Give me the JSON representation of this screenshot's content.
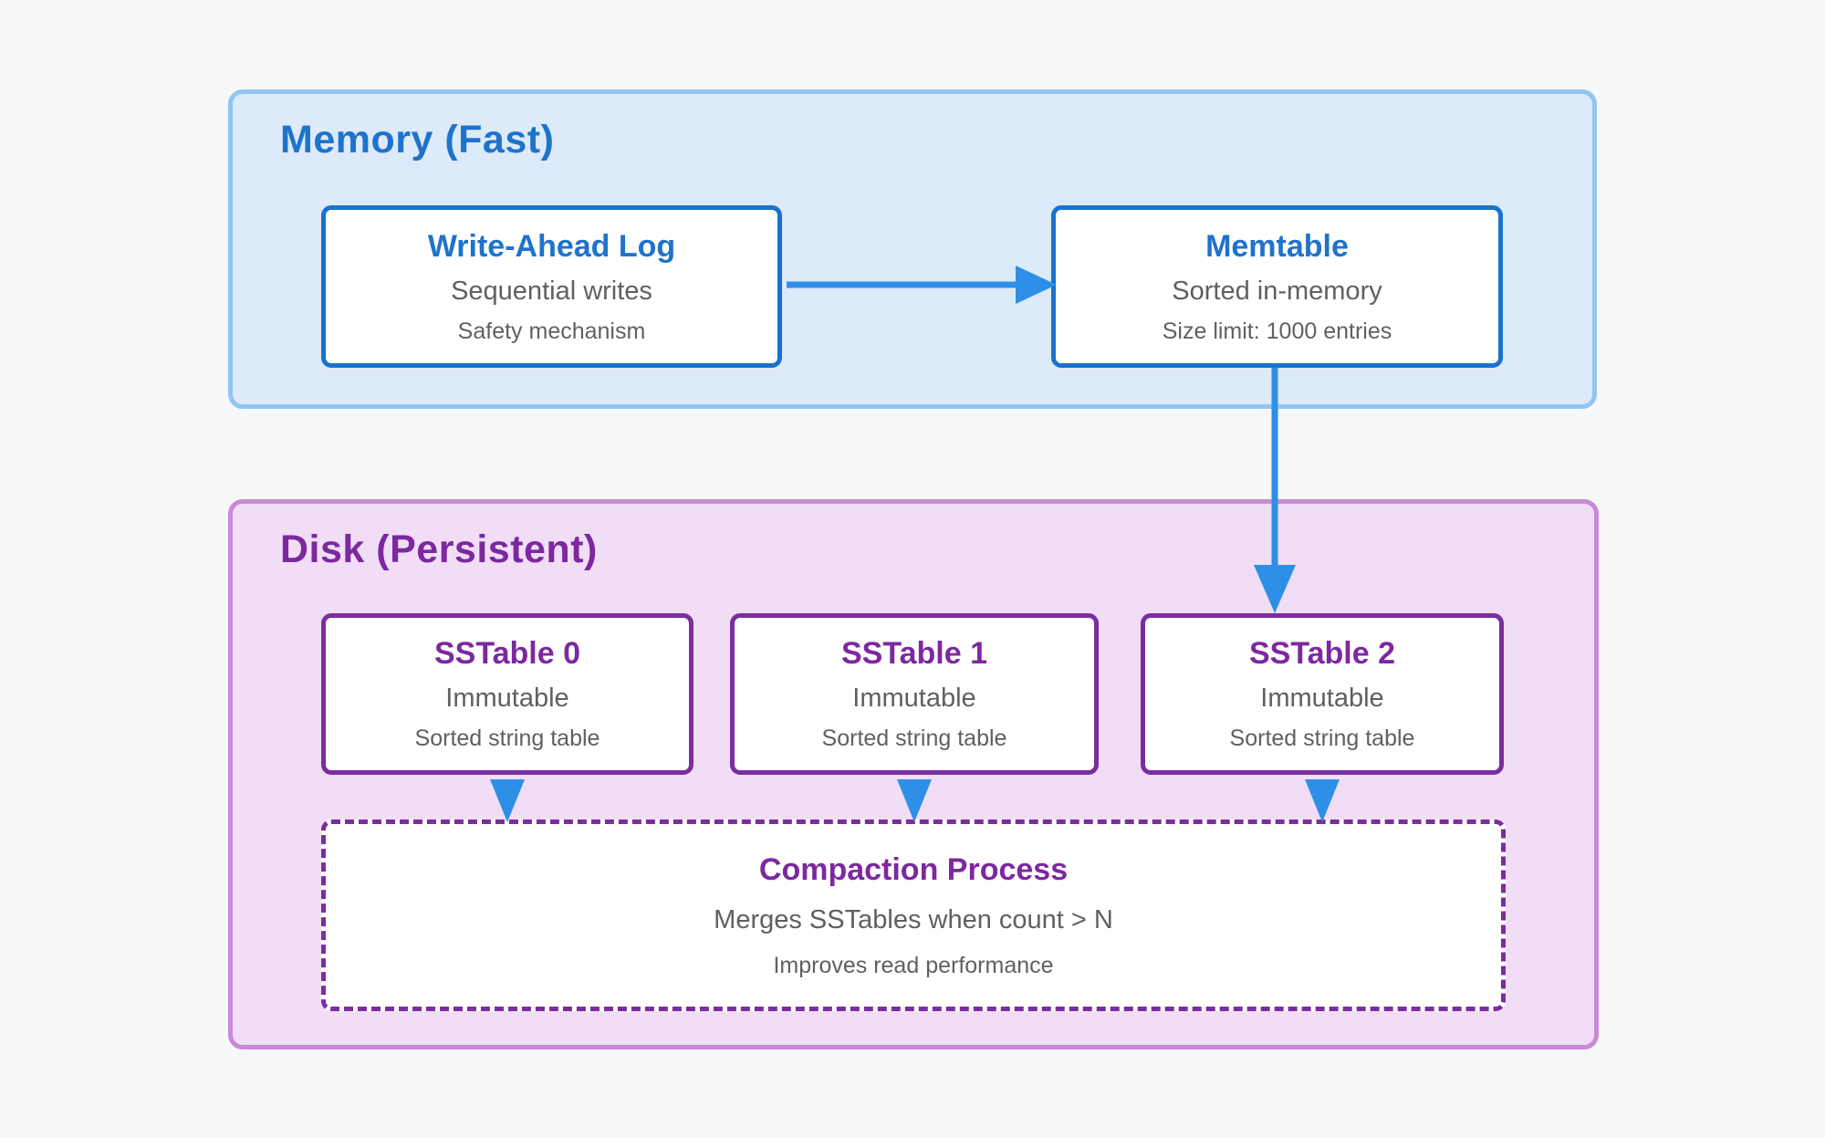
{
  "colors": {
    "page_bg": "#f7f8fa",
    "memory_bg": "#ddeafa",
    "memory_border": "#92c5f0",
    "disk_bg": "#f1def6",
    "disk_border": "#c98ad7",
    "blue_border": "#1a72cf",
    "blue_text": "#1e73cc",
    "blue_accent": "#2e8fe8",
    "purple_border": "#7b2d9e",
    "purple_text": "#7c28a0",
    "gray_text": "#606060",
    "node_bg": "#ffffff"
  },
  "memory": {
    "title": "Memory (Fast)",
    "wal": {
      "title": "Write-Ahead Log",
      "subtitle": "Sequential writes",
      "note": "Safety mechanism"
    },
    "memtable": {
      "title": "Memtable",
      "subtitle": "Sorted in-memory",
      "note": "Size limit: 1000 entries"
    }
  },
  "disk": {
    "title": "Disk (Persistent)",
    "sstables": [
      {
        "title": "SSTable 0",
        "subtitle": "Immutable",
        "note": "Sorted string table"
      },
      {
        "title": "SSTable 1",
        "subtitle": "Immutable",
        "note": "Sorted string table"
      },
      {
        "title": "SSTable 2",
        "subtitle": "Immutable",
        "note": "Sorted string table"
      }
    ],
    "compaction": {
      "title": "Compaction Process",
      "subtitle": "Merges SSTables when count > N",
      "note": "Improves read performance"
    }
  }
}
